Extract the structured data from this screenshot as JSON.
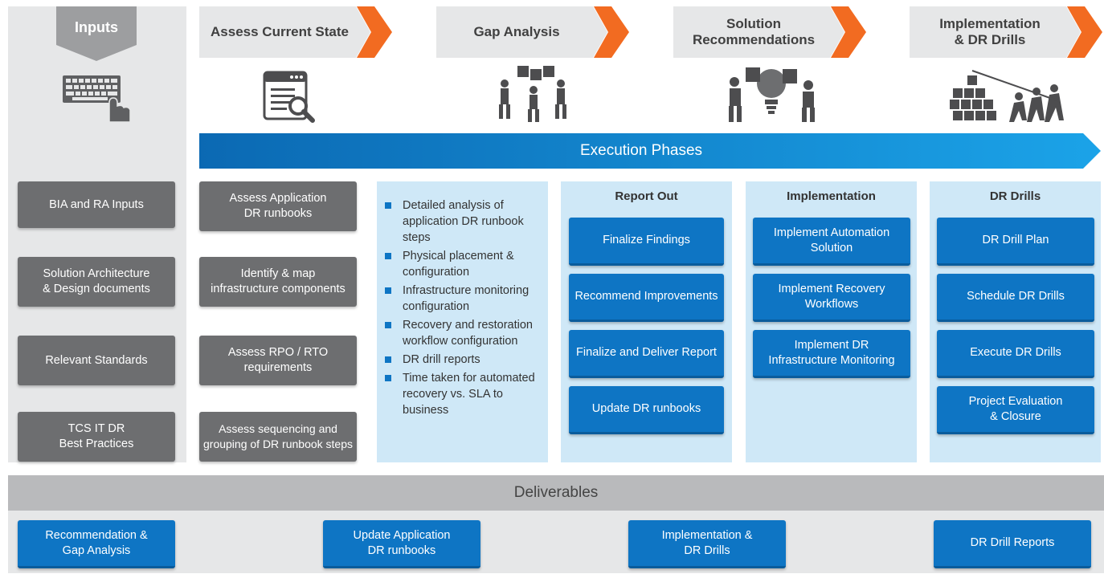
{
  "inputs": {
    "title": "Inputs",
    "items": [
      "BIA and RA Inputs",
      "Solution Architecture\n& Design documents",
      "Relevant Standards",
      "TCS IT DR\nBest Practices"
    ]
  },
  "phases": [
    {
      "title": "Assess Current State",
      "icon": "data-search-icon"
    },
    {
      "title": "Gap Analysis",
      "icon": "puzzle-team-icon"
    },
    {
      "title": "Solution\nRecommendations",
      "icon": "puzzle-bulb-icon"
    },
    {
      "title": "Implementation\n& DR Drills",
      "icon": "tug-of-war-icon"
    }
  ],
  "execution": {
    "label": "Execution Phases"
  },
  "assess": {
    "items": [
      "Assess Application\nDR runbooks",
      "Identify & map\ninfrastructure components",
      "Assess RPO / RTO\nrequirements",
      "Assess sequencing and\ngrouping of DR runbook steps"
    ]
  },
  "gap_list": [
    "Detailed analysis of application DR runbook steps",
    "Physical placement & configuration",
    "Infrastructure monitoring configuration",
    "Recovery and restoration workflow configuration",
    "DR drill reports",
    "Time taken for automated recovery vs. SLA to business"
  ],
  "report_out": {
    "title": "Report Out",
    "items": [
      "Finalize Findings",
      "Recommend Improvements",
      "Finalize and Deliver Report",
      "Update DR runbooks"
    ]
  },
  "implementation": {
    "title": "Implementation",
    "items": [
      "Implement Automation\nSolution",
      "Implement Recovery\nWorkflows",
      "Implement DR\nInfrastructure Monitoring"
    ]
  },
  "dr_drills": {
    "title": "DR Drills",
    "items": [
      "DR Drill Plan",
      "Schedule DR Drills",
      "Execute DR Drills",
      "Project Evaluation\n& Closure"
    ]
  },
  "deliverables": {
    "title": "Deliverables",
    "items": [
      "Recommendation &\nGap Analysis",
      "Update Application\nDR runbooks",
      "Implementation &\nDR Drills",
      "DR Drill Reports"
    ]
  },
  "colors": {
    "blue": "#0e75c4",
    "light_blue": "#cfe8f7",
    "gray": "#6d6e70",
    "orange": "#f26b21"
  }
}
